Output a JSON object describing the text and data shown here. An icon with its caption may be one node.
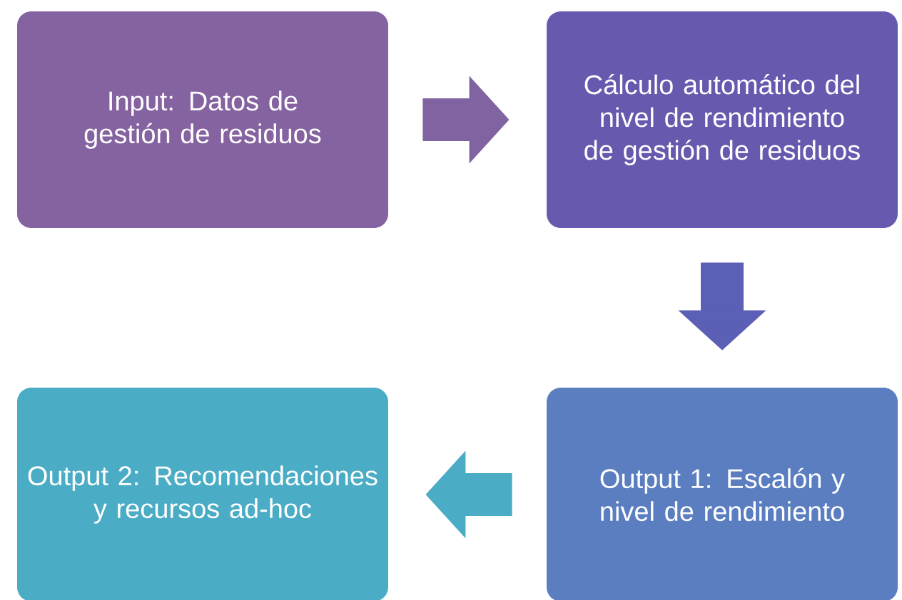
{
  "diagram": {
    "nodes": [
      {
        "text": [
          "Input: Datos de gestión de residuos"
        ]
      },
      {
        "text": [
          "Cálculo automático del nivel de rendimiento de gestión de residuos"
        ]
      },
      {
        "text": [
          "Output 1: Escalón y nivel de rendimiento"
        ]
      },
      {
        "text": [
          "Output 2: Recomendaciones y recursos ad-hoc"
        ]
      }
    ],
    "edges": [
      {
        "from": 0,
        "to": 1,
        "arrow": "to",
        "color": "#8064a2"
      },
      {
        "from": 1,
        "to": 2,
        "arrow": "to",
        "color": "#5b5fb6"
      },
      {
        "from": 2,
        "to": 3,
        "arrow": "to",
        "color": "#4bacc6"
      }
    ]
  }
}
